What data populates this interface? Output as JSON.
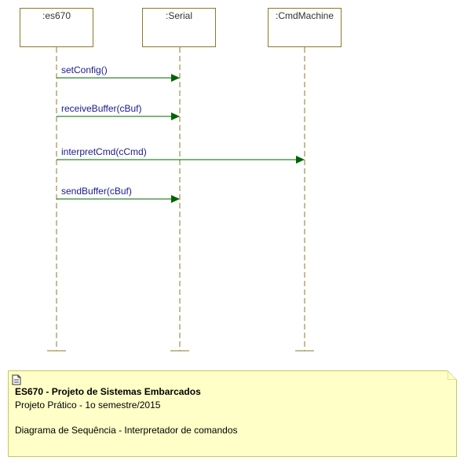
{
  "lifelines": [
    {
      "name": ":es670"
    },
    {
      "name": ":Serial"
    },
    {
      "name": ":CmdMachine"
    }
  ],
  "messages": [
    {
      "label": "setConfig()",
      "from": ":es670",
      "to": ":Serial"
    },
    {
      "label": "receiveBuffer(cBuf)",
      "from": ":es670",
      "to": ":Serial"
    },
    {
      "label": "interpretCmd(cCmd)",
      "from": ":es670",
      "to": ":CmdMachine"
    },
    {
      "label": "sendBuffer(cBuf)",
      "from": ":es670",
      "to": ":Serial"
    }
  ],
  "note": {
    "title": "ES670 -  Projeto de Sistemas Embarcados",
    "line2": "Projeto Prático - 1o semestre/2015",
    "line3": "Diagrama de Sequência - Interpretador de comandos"
  },
  "colors": {
    "lifeline": "#8c7a2a",
    "arrow": "#006400",
    "message_text": "#1a1a8c",
    "note_fill": "#ffffc8"
  }
}
